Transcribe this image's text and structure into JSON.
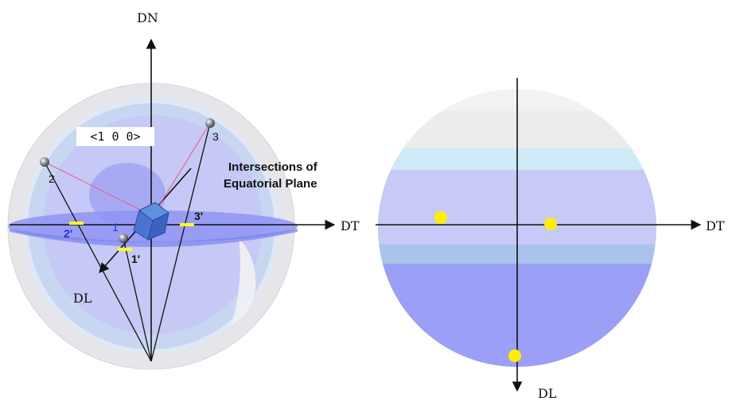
{
  "left_diagram": {
    "axis_dn": "DN",
    "axis_dt": "DT",
    "axis_dl": "DL",
    "direction_family": "<1 0 0>",
    "intersections_title": [
      "Intersections of",
      "Equatorial Plane"
    ],
    "pole_labels": [
      "1",
      "2",
      "3"
    ],
    "projection_labels": [
      "1'",
      "2'",
      "3'"
    ]
  },
  "right_diagram": {
    "axis_dt": "DT",
    "axis_dl": "DL"
  },
  "colors": {
    "sphere_outer": "#e6e6ea",
    "sphere_ring": "#c8d6f2",
    "sphere_inner": "#c6c8f5",
    "sphere_core": "#a7aaf2",
    "plane_fill": "#8f94f3",
    "projection_point": "#ffee00",
    "projection_point_left": "#ffff22",
    "pole_line": "#e0608a",
    "label_blue": "#2b2bd6",
    "disk_band_light": "#ececec",
    "disk_band_cyan": "#cfeaf7",
    "disk_band_lavender": "#c7c9f7",
    "disk_band_mid": "#a9c3eb",
    "disk_band_dark": "#9b9ff5"
  },
  "icons": [
    "pole-sphere-icon",
    "cube-crystal-icon"
  ]
}
